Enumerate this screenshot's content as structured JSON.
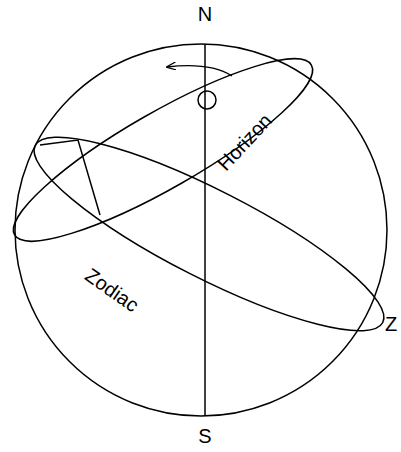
{
  "diagram": {
    "labels": [
      "N",
      "Horizon",
      "Zodiac",
      "Z",
      "S"
    ]
  }
}
